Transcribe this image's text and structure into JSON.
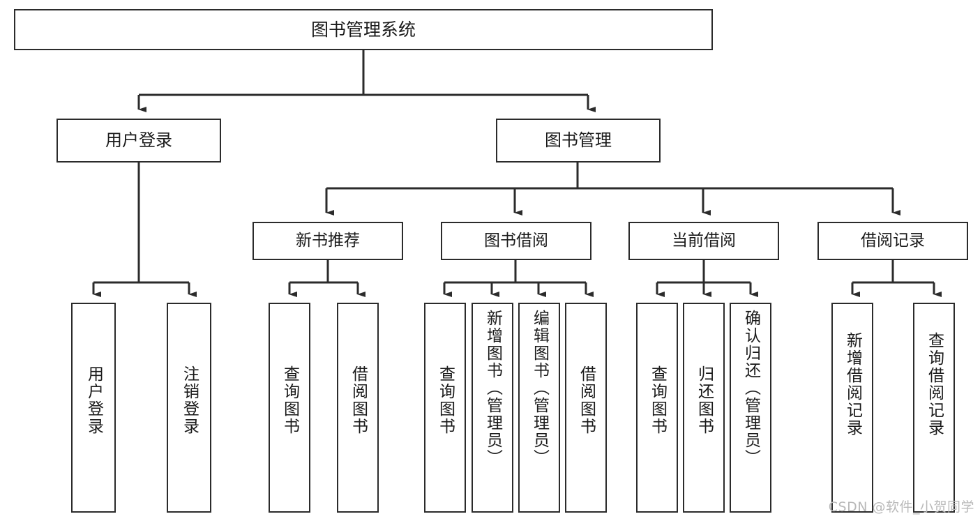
{
  "diagram": {
    "title": "图书管理系统",
    "type": "tree-hierarchy",
    "watermark": "CSDN @软件_小贺同学",
    "colors": {
      "border": "#2b2b2b",
      "background": "#ffffff",
      "text": "#1a1a1a",
      "watermark": "#b9b9b9"
    },
    "nodes": {
      "root": {
        "label": "图书管理系统"
      },
      "level2": [
        {
          "id": "user-login",
          "label": "用户登录"
        },
        {
          "id": "book-management",
          "label": "图书管理"
        }
      ],
      "level3": [
        {
          "id": "new-book-recommend",
          "label": "新书推荐"
        },
        {
          "id": "book-borrow",
          "label": "图书借阅"
        },
        {
          "id": "current-borrow",
          "label": "当前借阅"
        },
        {
          "id": "borrow-record",
          "label": "借阅记录"
        }
      ],
      "leaves": {
        "user-login": [
          {
            "id": "leaf-user-login",
            "label": "用户登录"
          },
          {
            "id": "leaf-logout-login",
            "label": "注销登录"
          }
        ],
        "new-book-recommend": [
          {
            "id": "leaf-query-book-1",
            "label": "查询图书"
          },
          {
            "id": "leaf-borrow-book-1",
            "label": "借阅图书"
          }
        ],
        "book-borrow": [
          {
            "id": "leaf-query-book-2",
            "label": "查询图书"
          },
          {
            "id": "leaf-add-book",
            "label": "新增图书（管理员）"
          },
          {
            "id": "leaf-edit-book",
            "label": "编辑图书（管理员）"
          },
          {
            "id": "leaf-borrow-book-2",
            "label": "借阅图书"
          }
        ],
        "current-borrow": [
          {
            "id": "leaf-query-book-3",
            "label": "查询图书"
          },
          {
            "id": "leaf-return-book",
            "label": "归还图书"
          },
          {
            "id": "leaf-confirm-return",
            "label": "确认归还（管理员）"
          }
        ],
        "borrow-record": [
          {
            "id": "leaf-add-record",
            "label": "新增借阅记录"
          },
          {
            "id": "leaf-query-record",
            "label": "查询借阅记录"
          }
        ]
      }
    }
  }
}
